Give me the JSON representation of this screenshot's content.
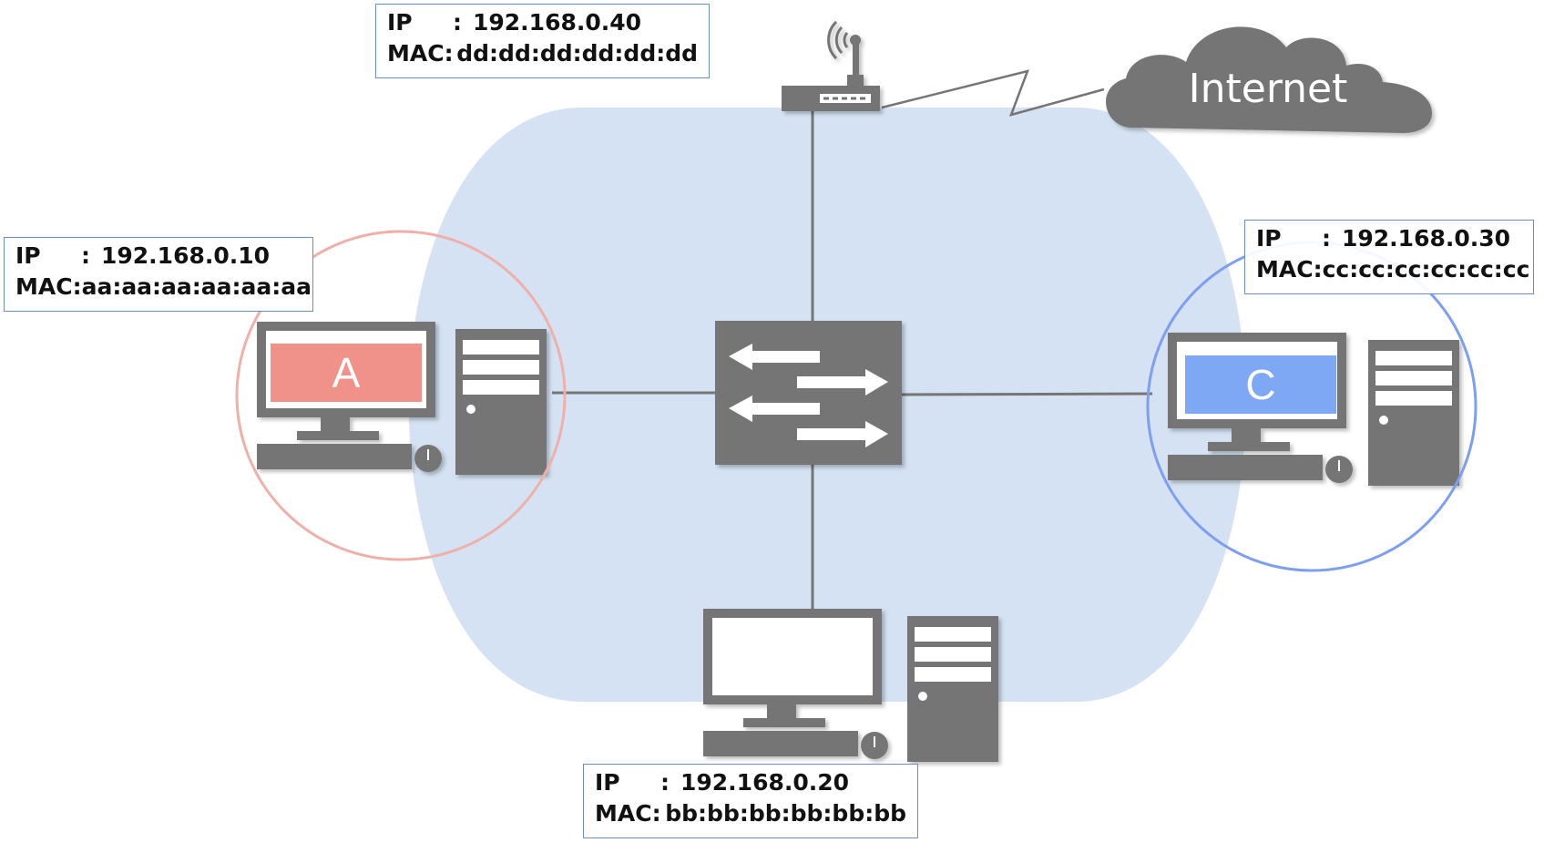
{
  "cloud": {
    "label": "Internet"
  },
  "colors": {
    "network_fill": "#d4e2f3",
    "device_gray": "#757575",
    "host_a_screen": "#f0928a",
    "host_a_ring": "#f0b0aa",
    "host_c_screen": "#7ea8f4",
    "host_c_ring": "#7c9ff0",
    "box_border": "#6b8fc4"
  },
  "router": {
    "ip_label": "IP",
    "ip": "192.168.0.40",
    "mac_label": "MAC",
    "mac": "dd:dd:dd:dd:dd:dd",
    "sep": ":"
  },
  "host_a": {
    "letter": "A",
    "ip_label": "IP",
    "ip": "192.168.0.10",
    "mac_label": "MAC",
    "mac": "aa:aa:aa:aa:aa:aa",
    "sep": ":"
  },
  "host_b": {
    "ip_label": "IP",
    "ip": "192.168.0.20",
    "mac_label": "MAC",
    "mac": "bb:bb:bb:bb:bb:bb",
    "sep": ":"
  },
  "host_c": {
    "letter": "C",
    "ip_label": "IP",
    "ip": "192.168.0.30",
    "mac_label": "MAC",
    "mac": "cc:cc:cc:cc:cc:cc",
    "sep": ":"
  }
}
